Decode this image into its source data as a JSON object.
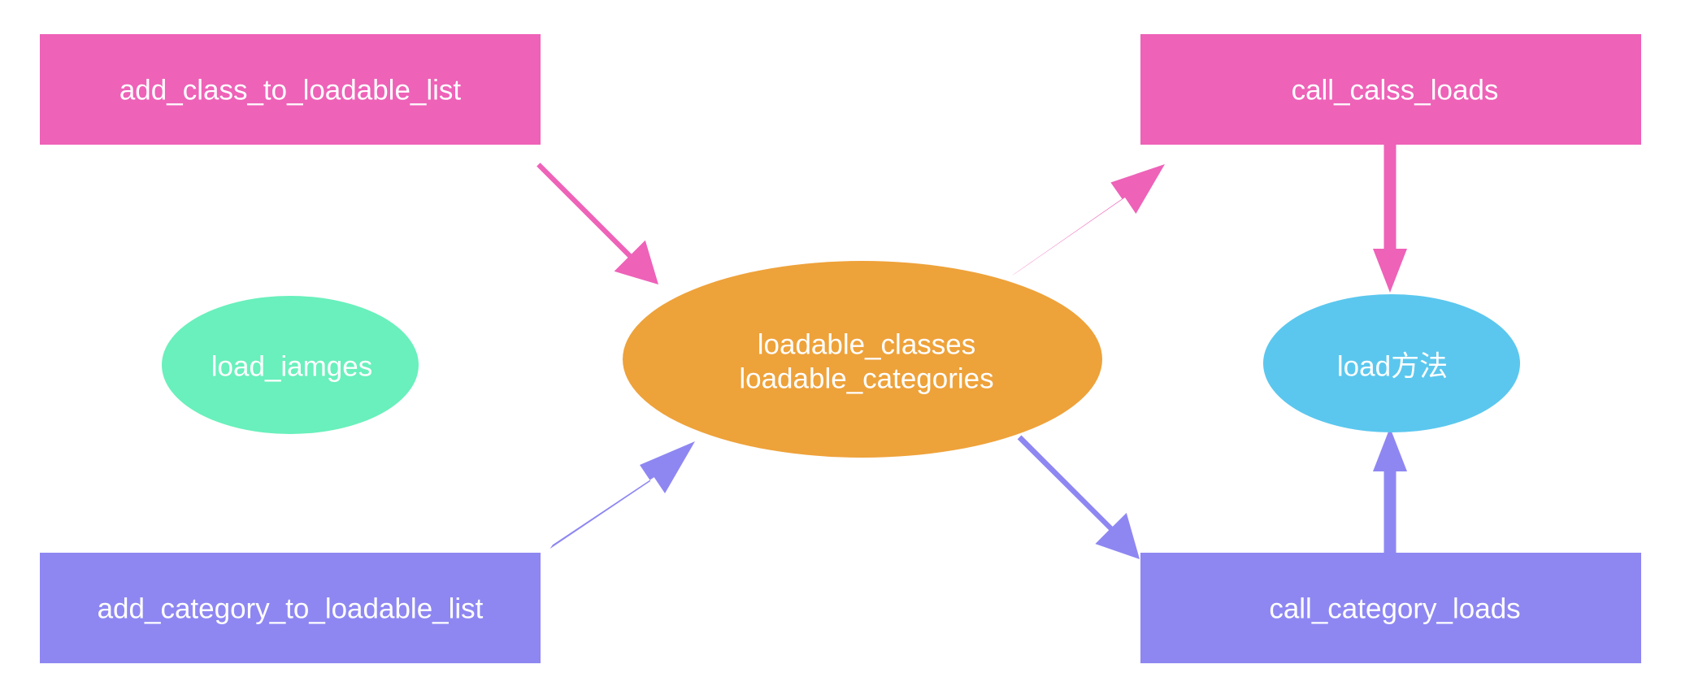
{
  "colors": {
    "background": "#ffffff",
    "pink": "#ee62b8",
    "purple": "#8e87f2",
    "orange": "#eea23a",
    "green": "#69f0bc",
    "blue": "#5bc7ee",
    "text": "#ffffff"
  },
  "nodes": {
    "add_class": {
      "shape": "rectangle",
      "label": "add_class_to_loadable_list",
      "color": "pink"
    },
    "add_category": {
      "shape": "rectangle",
      "label": "add_category_to_loadable_list",
      "color": "purple"
    },
    "load_images": {
      "shape": "ellipse",
      "label": "load_iamges",
      "color": "green"
    },
    "loadable": {
      "shape": "ellipse",
      "label_line1": "loadable_classes",
      "label_line2": "loadable_categories",
      "color": "orange"
    },
    "call_class_loads": {
      "shape": "rectangle",
      "label": "call_calss_loads",
      "color": "pink"
    },
    "call_category_loads": {
      "shape": "rectangle",
      "label": "call_category_loads",
      "color": "purple"
    },
    "load_method": {
      "shape": "ellipse",
      "label": "load方法",
      "color": "blue"
    }
  },
  "edges": [
    {
      "from": "add_class",
      "to": "loadable",
      "color": "pink"
    },
    {
      "from": "add_category",
      "to": "loadable",
      "color": "purple"
    },
    {
      "from": "loadable",
      "to": "call_class_loads",
      "color": "pink"
    },
    {
      "from": "loadable",
      "to": "call_category_loads",
      "color": "purple"
    },
    {
      "from": "call_class_loads",
      "to": "load_method",
      "color": "pink"
    },
    {
      "from": "call_category_loads",
      "to": "load_method",
      "color": "purple"
    }
  ]
}
